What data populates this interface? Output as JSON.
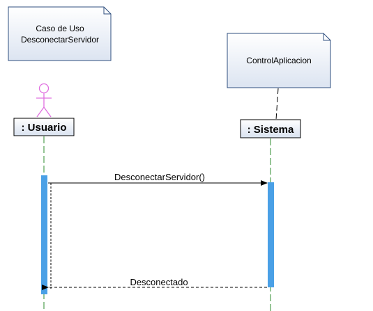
{
  "notes": {
    "use_case_line1": "Caso de Uso",
    "use_case_line2": "DesconectarServidor",
    "control": "ControlAplicacion"
  },
  "lifelines": {
    "usuario": ": Usuario",
    "sistema": ": Sistema"
  },
  "messages": {
    "call": "DesconectarServidor()",
    "return": "Desconectado"
  },
  "colors": {
    "note_fill_top": "#ffffff",
    "note_fill_bottom": "#dde5f2",
    "note_border": "#2f4f7f",
    "actor_stroke": "#e070e0",
    "lifeline": "#2e8b2e",
    "activation": "#4aa0e6",
    "line": "#000000"
  }
}
